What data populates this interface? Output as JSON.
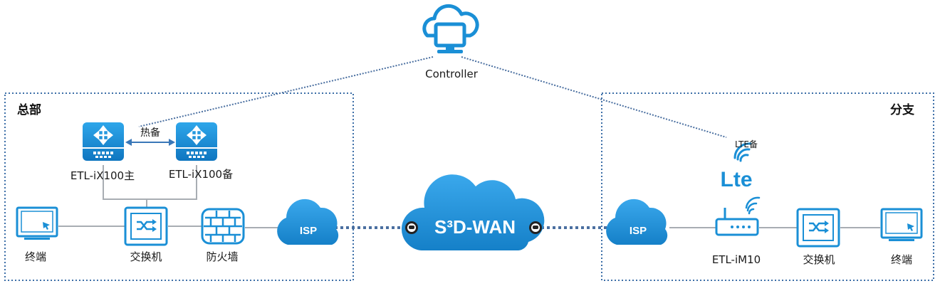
{
  "colors": {
    "blue": "#1a8fd6",
    "blue_dark": "#0f6fb0",
    "cloud_blue": "#2b9be0",
    "region_border": "#3d6fa8",
    "link_gray": "#a8adb3",
    "dotted_link": "#4a6fa0"
  },
  "controller": {
    "label": "Controller",
    "icon": "cloud-monitor-icon"
  },
  "hq": {
    "title": "总部",
    "router_main": "ETL-iX100主",
    "router_backup": "ETL-iX100备",
    "hot_standby": "热备",
    "terminal": "终端",
    "switch": "交换机",
    "firewall": "防火墙",
    "isp": "ISP"
  },
  "wan": {
    "label": "S³D-WAN"
  },
  "branch": {
    "title": "分支",
    "lte_backup": "LTE备",
    "lte_logo": "Lte",
    "router": "ETL-iM10",
    "switch": "交换机",
    "terminal": "终端",
    "isp": "ISP"
  }
}
